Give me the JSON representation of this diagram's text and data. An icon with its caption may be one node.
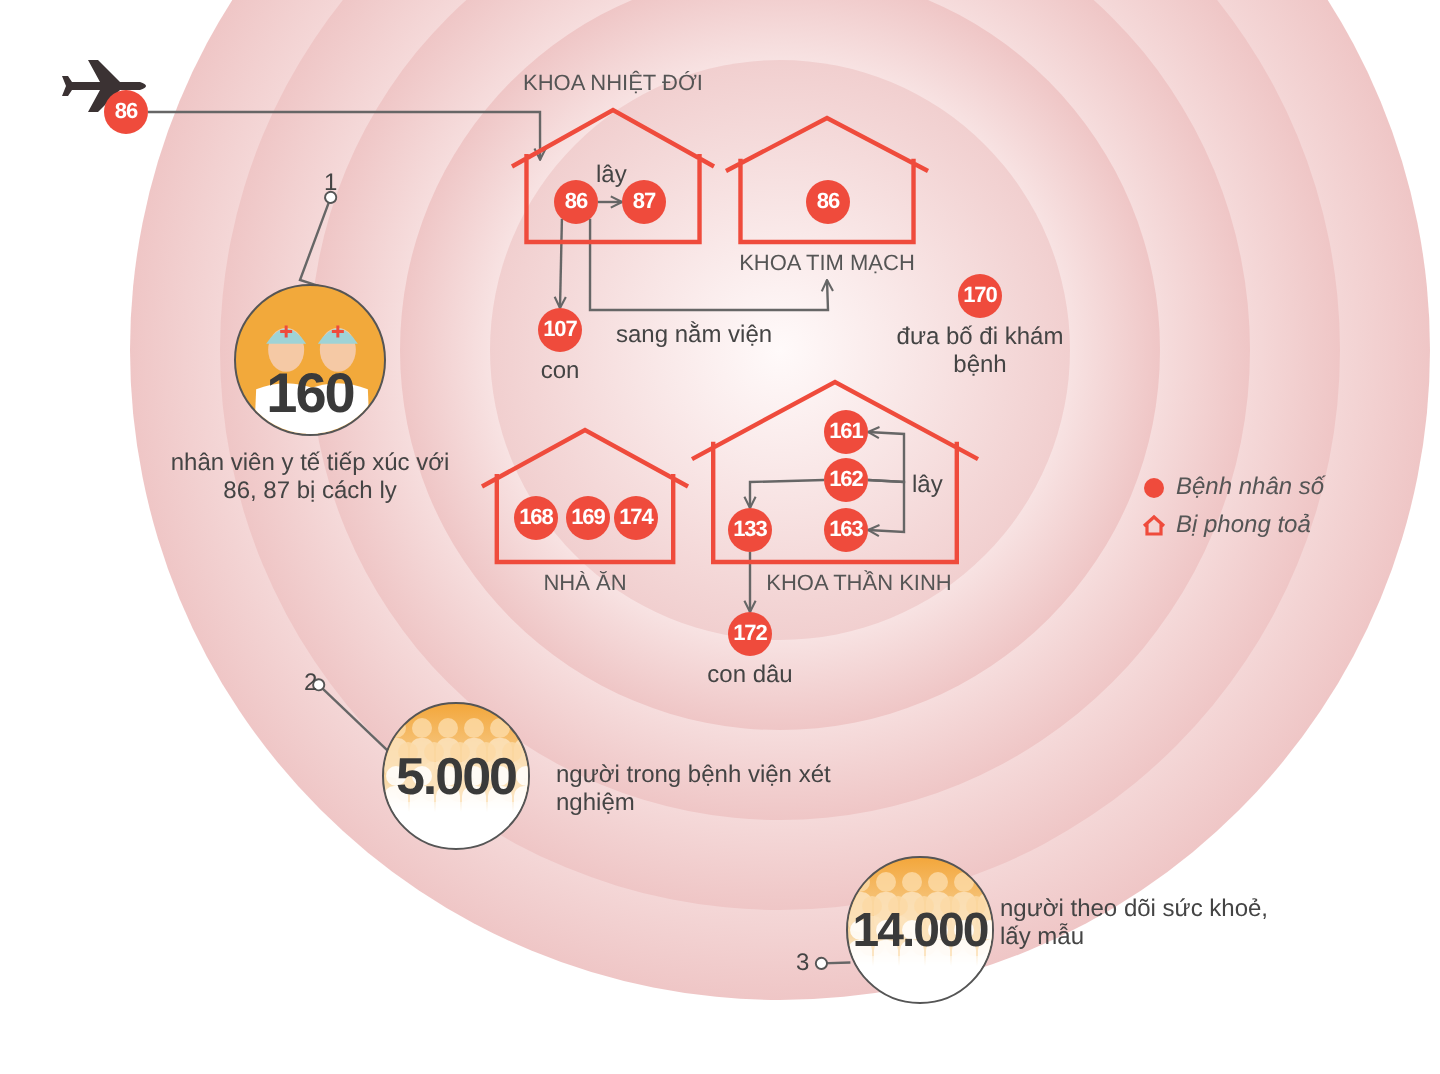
{
  "diagram": {
    "nodes": [
      {
        "text": [
          "86"
        ]
      },
      {
        "text": [
          "KHOA NHIỆT ĐỚI"
        ]
      },
      {
        "text": [
          "86"
        ],
        "in": 1
      },
      {
        "text": [
          "87"
        ],
        "in": 1
      },
      {
        "text": [
          "KHOA TIM MẠCH"
        ]
      },
      {
        "text": [
          "86"
        ],
        "in": 4
      },
      {
        "text": [
          "107"
        ],
        "beside": [
          "con"
        ]
      },
      {
        "text": [
          "170"
        ],
        "beside": [
          "đưa bố đi khám bệnh"
        ]
      },
      {
        "text": [
          "NHÀ ĂN"
        ]
      },
      {
        "text": [
          "168"
        ],
        "in": 8
      },
      {
        "text": [
          "169"
        ],
        "in": 8
      },
      {
        "text": [
          "174"
        ],
        "in": 8
      },
      {
        "text": [
          "KHOA THẦN KINH"
        ]
      },
      {
        "text": [
          "161"
        ],
        "in": 12
      },
      {
        "text": [
          "162"
        ],
        "in": 12
      },
      {
        "text": [
          "133"
        ],
        "in": 12
      },
      {
        "text": [
          "163"
        ],
        "in": 12
      },
      {
        "text": [
          "172"
        ],
        "beside": [
          "con dâu"
        ]
      },
      {
        "text": [
          "1"
        ]
      },
      {
        "text": [
          "160"
        ],
        "beside": [
          "nhân viên y tế tiếp xúc với 86, 87 bị cách ly"
        ]
      },
      {
        "text": [
          "2"
        ]
      },
      {
        "text": [
          "5.000"
        ],
        "beside": [
          "người trong bệnh viện xét nghiệm"
        ]
      },
      {
        "text": [
          "3"
        ]
      },
      {
        "text": [
          "14.000"
        ],
        "beside": [
          "người theo dõi sức khoẻ, lấy mẫu"
        ]
      }
    ],
    "edges": [
      {
        "from": 0,
        "to": 1,
        "arrow": "to"
      },
      {
        "from": 2,
        "to": 3,
        "arrow": "to",
        "label": "lây"
      },
      {
        "from": 2,
        "to": 6,
        "arrow": "to"
      },
      {
        "from": 2,
        "to": 4,
        "arrow": "to",
        "label": "sang nằm viện"
      },
      {
        "from": 14,
        "to": 13,
        "arrow": "to",
        "label": "lây"
      },
      {
        "from": 14,
        "to": 16,
        "arrow": "to"
      },
      {
        "from": 14,
        "to": 15,
        "arrow": "to"
      },
      {
        "from": 15,
        "to": 17,
        "arrow": "to"
      },
      {
        "from": 18,
        "to": 19,
        "arrow": "other"
      },
      {
        "from": 20,
        "to": 21,
        "arrow": "other"
      },
      {
        "from": 22,
        "to": 23,
        "arrow": "other"
      }
    ],
    "legend": [
      {
        "text": "Bệnh nhân số",
        "color": "#ef4b3c"
      },
      {
        "text": "Bị phong toả"
      }
    ]
  }
}
